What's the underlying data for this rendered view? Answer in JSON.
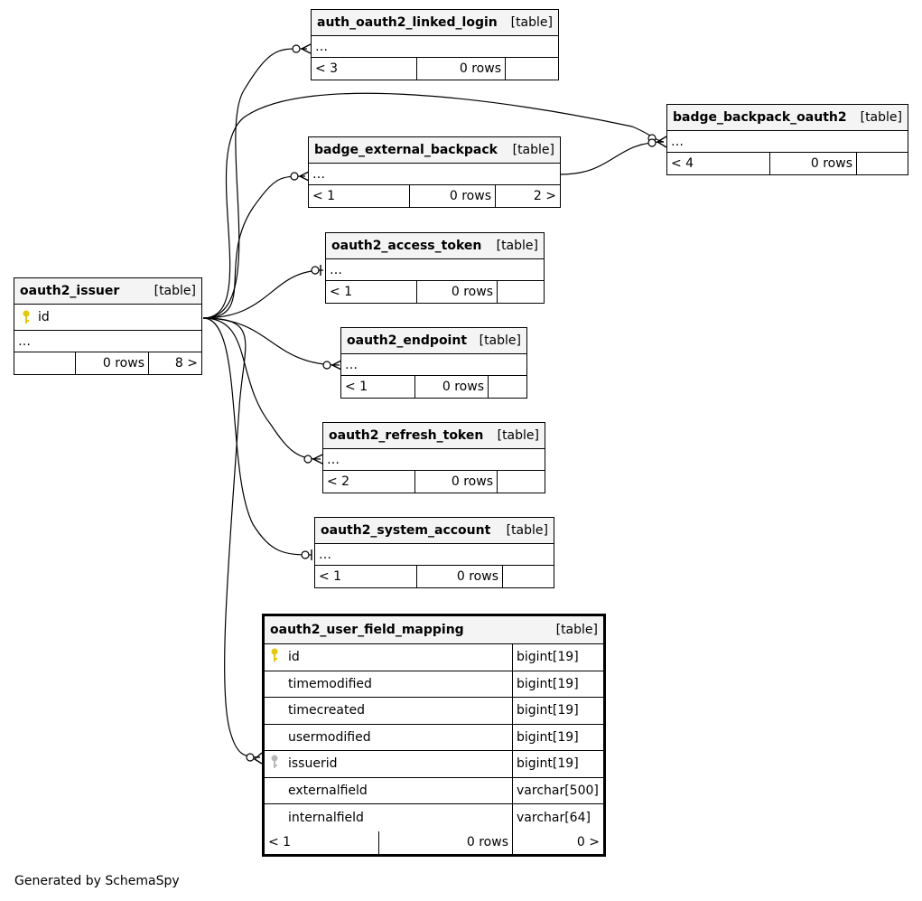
{
  "tables": {
    "linked_login": {
      "name": "auth_oauth2_linked_login",
      "kind": "[table]",
      "body": "…",
      "prev": "< 3",
      "rows": "0 rows",
      "next": ""
    },
    "backpack_oauth2": {
      "name": "badge_backpack_oauth2",
      "kind": "[table]",
      "body": "…",
      "prev": "< 4",
      "rows": "0 rows",
      "next": ""
    },
    "external_backpack": {
      "name": "badge_external_backpack",
      "kind": "[table]",
      "body": "…",
      "prev": "< 1",
      "rows": "0 rows",
      "next": "2 >"
    },
    "access_token": {
      "name": "oauth2_access_token",
      "kind": "[table]",
      "body": "…",
      "prev": "< 1",
      "rows": "0 rows",
      "next": ""
    },
    "issuer": {
      "name": "oauth2_issuer",
      "kind": "[table]",
      "col": "id",
      "body": "…",
      "prev": "",
      "rows": "0 rows",
      "next": "8 >"
    },
    "endpoint": {
      "name": "oauth2_endpoint",
      "kind": "[table]",
      "body": "…",
      "prev": "< 1",
      "rows": "0 rows",
      "next": ""
    },
    "refresh_token": {
      "name": "oauth2_refresh_token",
      "kind": "[table]",
      "body": "…",
      "prev": "< 2",
      "rows": "0 rows",
      "next": ""
    },
    "system_account": {
      "name": "oauth2_system_account",
      "kind": "[table]",
      "body": "…",
      "prev": "< 1",
      "rows": "0 rows",
      "next": ""
    },
    "field_mapping": {
      "name": "oauth2_user_field_mapping",
      "kind": "[table]",
      "columns": [
        {
          "name": "id",
          "type": "bigint[19]",
          "key": "primary"
        },
        {
          "name": "timemodified",
          "type": "bigint[19]",
          "key": ""
        },
        {
          "name": "timecreated",
          "type": "bigint[19]",
          "key": ""
        },
        {
          "name": "usermodified",
          "type": "bigint[19]",
          "key": ""
        },
        {
          "name": "issuerid",
          "type": "bigint[19]",
          "key": "foreign"
        },
        {
          "name": "externalfield",
          "type": "varchar[500]",
          "key": ""
        },
        {
          "name": "internalfield",
          "type": "varchar[64]",
          "key": ""
        }
      ],
      "prev": "< 1",
      "rows": "0 rows",
      "next": "0 >"
    }
  },
  "colors": {
    "primary_key": "#e8c800",
    "foreign_key": "#b8b8b8",
    "header_bg": "#f4f4f4"
  },
  "footer": "Generated by SchemaSpy"
}
